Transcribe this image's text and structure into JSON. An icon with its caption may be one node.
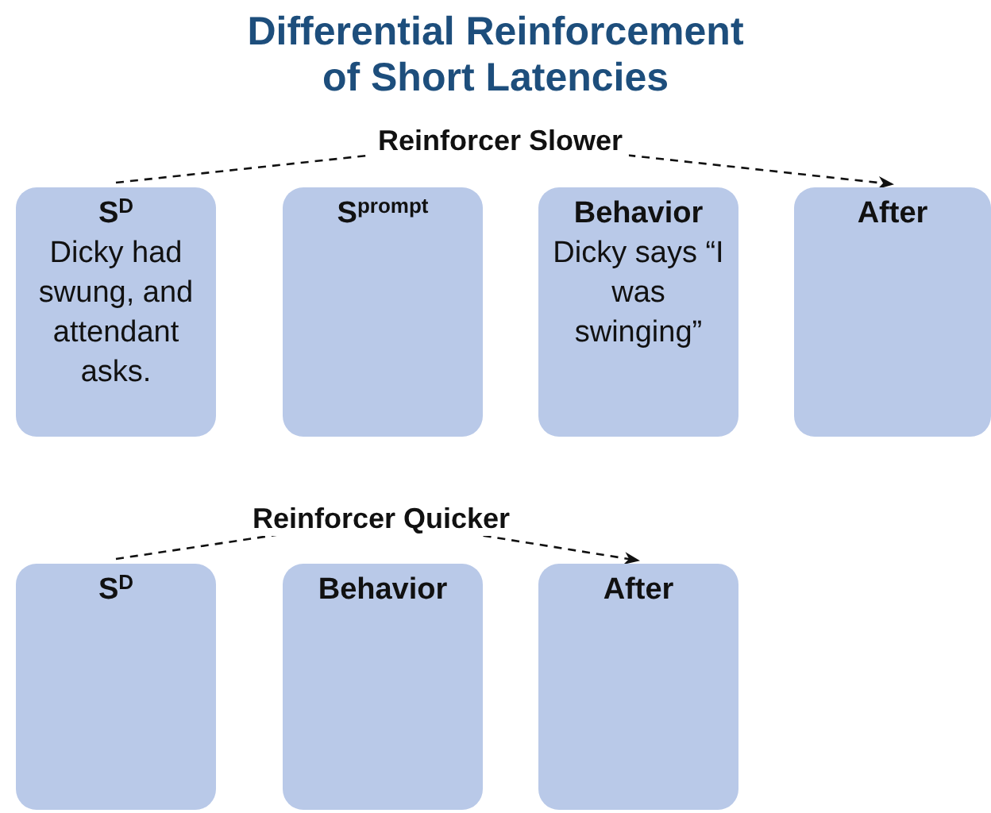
{
  "diagram": {
    "title": "Differential Reinforcement of Short Latencies",
    "nodes": [
      {
        "text": [
          "S$^{D}$",
          "Dicky had swung, and attendant asks."
        ]
      },
      {
        "text": [
          "S$^{prompt}$"
        ]
      },
      {
        "text": [
          "Behavior",
          "Dicky says “I was swinging”"
        ]
      },
      {
        "text": [
          "After"
        ]
      },
      {
        "text": [
          "S$^{D}$"
        ]
      },
      {
        "text": [
          "Behavior"
        ]
      },
      {
        "text": [
          "After"
        ]
      }
    ],
    "edges": [
      {
        "from": 0,
        "to": 3,
        "arrow": "to",
        "label": "Reinforcer Slower",
        "style": "dashed"
      },
      {
        "from": 4,
        "to": 6,
        "arrow": "to",
        "label": "Reinforcer Quicker",
        "style": "dashed"
      }
    ]
  }
}
